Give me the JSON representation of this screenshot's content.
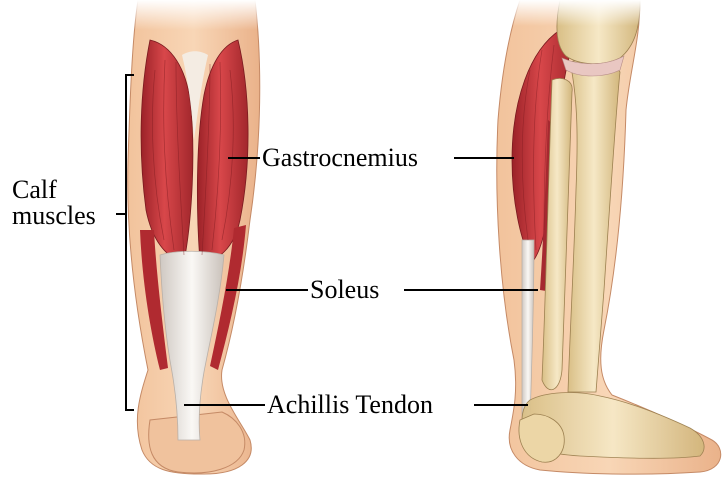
{
  "labels": {
    "calf_muscles_line1": "Calf",
    "calf_muscles_line2": "muscles",
    "gastrocnemius": "Gastrocnemius",
    "soleus": "Soleus",
    "achilles": "Achillis Tendon"
  },
  "colors": {
    "muscle": "#c8353a",
    "muscle_dark": "#8e1f25",
    "tendon": "#eeeae4",
    "bone": "#eedcb0",
    "skin": "#f5cba4",
    "line": "#000000"
  }
}
